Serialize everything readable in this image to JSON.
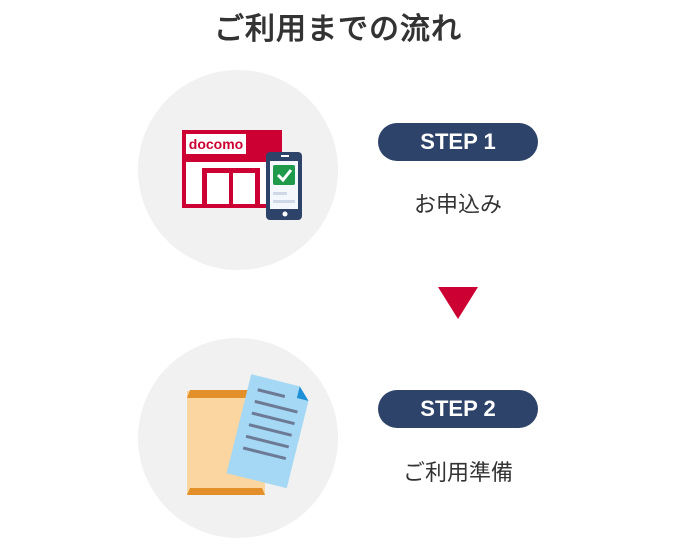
{
  "title": "ご利用までの流れ",
  "steps": [
    {
      "badge": "STEP 1",
      "label": "お申込み",
      "icon": "docomo-shop-smartphone-icon",
      "shop_sign": "docomo"
    },
    {
      "badge": "STEP 2",
      "label": "ご利用準備",
      "icon": "envelope-document-icon"
    }
  ],
  "arrow": "down-triangle-icon",
  "colors": {
    "badge_bg": "#2e436a",
    "accent_red": "#cc0033",
    "circle_bg": "#f1f1f1",
    "text": "#333333",
    "check_green": "#1e9a4a",
    "envelope": "#fbd6a1",
    "envelope_flap": "#e3902a",
    "document": "#a5d8f5",
    "document_fold": "#1e8fd6"
  }
}
